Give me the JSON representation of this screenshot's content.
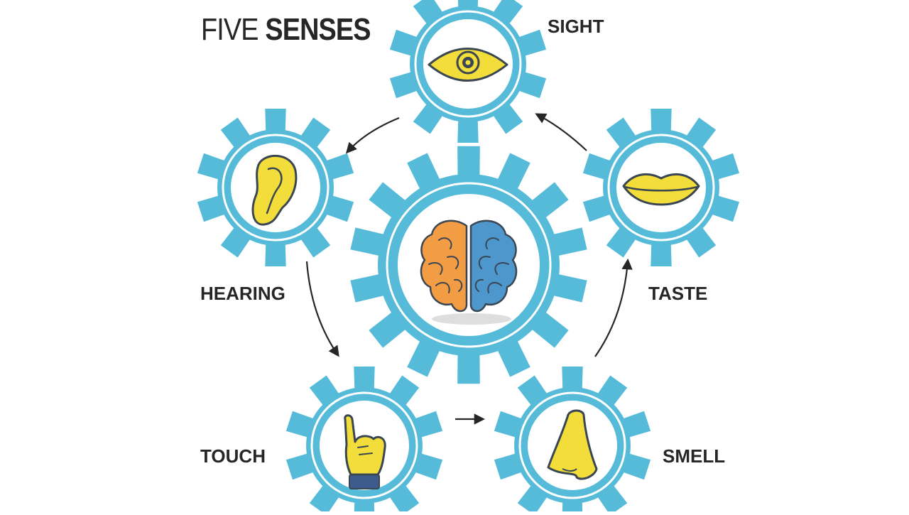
{
  "title": {
    "part1": "FIVE",
    "part2": "SENSES"
  },
  "center": {
    "icon": "brain-icon"
  },
  "senses": [
    {
      "id": "sight",
      "label": "SIGHT",
      "icon": "eye-icon"
    },
    {
      "id": "taste",
      "label": "TASTE",
      "icon": "lips-icon"
    },
    {
      "id": "smell",
      "label": "SMELL",
      "icon": "nose-icon"
    },
    {
      "id": "touch",
      "label": "TOUCH",
      "icon": "pointing-hand-icon"
    },
    {
      "id": "hearing",
      "label": "HEARING",
      "icon": "ear-icon"
    }
  ],
  "colors": {
    "gear": "#55bbd9",
    "ring": "#ffffff",
    "icon_fill": "#f2dd3b",
    "icon_stroke": "#3a4652",
    "brain_left": "#f29c43",
    "brain_right": "#4e97cd",
    "arrow": "#262626",
    "text": "#262626"
  }
}
